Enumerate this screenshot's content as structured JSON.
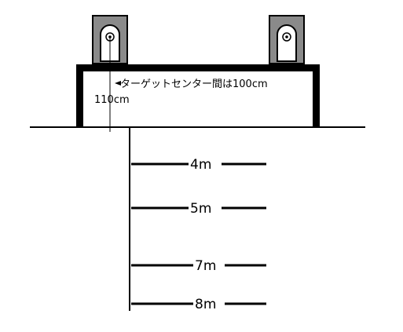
{
  "diagram": {
    "target_spacing_label": "ターゲットセンター間は100cm",
    "height_label": "110cm",
    "distances": [
      "4m",
      "5m",
      "7m",
      "8m"
    ]
  },
  "colors": {
    "line": "#000000",
    "target_panel": "#8a8a8a",
    "target_face": "#ffffff",
    "background": "#ffffff"
  }
}
